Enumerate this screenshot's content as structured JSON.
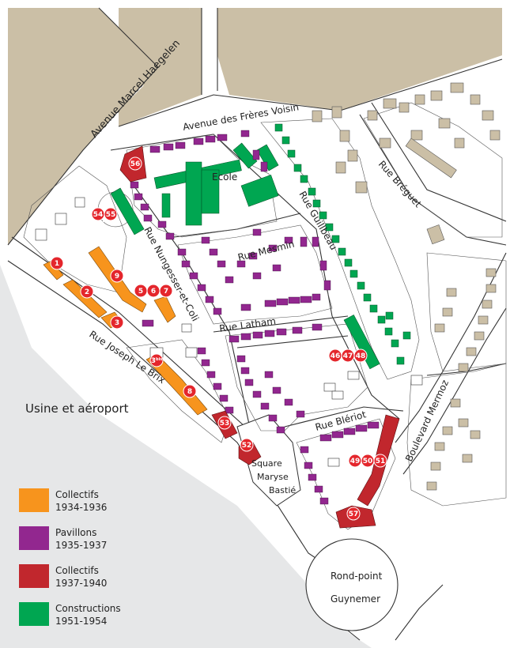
{
  "streets": {
    "haegelen": "Avenue Marcel Haegelen",
    "voisin": "Avenue des Frères Voisin",
    "breguet": "Rue Bréguet",
    "guillbeau": "Rue Guillbeau",
    "mesmin": "Rue Mesmin",
    "nungesser": "Rue Nungesser-et-Coli",
    "latham": "Rue Latham",
    "lebrix": "Rue Joseph Le Brix",
    "bleriot": "Rue Blériot",
    "mermoz": "Boulevard Mermoz"
  },
  "places": {
    "ecole": "Ecole",
    "usine": "Usine et aéroport",
    "square_line1": "Square",
    "square_line2": "Maryse",
    "square_line3": "Bastié",
    "rondpoint_line1": "Rond-point",
    "rondpoint_line2": "Guynemer"
  },
  "markers": [
    "1",
    "2",
    "3",
    "3bis",
    "5",
    "6",
    "7",
    "8",
    "9",
    "46",
    "47",
    "48",
    "49",
    "50",
    "51",
    "52",
    "53",
    "54",
    "55",
    "56",
    "57"
  ],
  "legend": [
    {
      "line1": "Collectifs",
      "line2": "1934-1936",
      "color": "#f7941d"
    },
    {
      "line1": "Pavillons",
      "line2": "1935-1937",
      "color": "#92278f"
    },
    {
      "line1": "Collectifs",
      "line2": "1937-1940",
      "color": "#c1272d"
    },
    {
      "line1": "Constructions",
      "line2": "1951-1954",
      "color": "#00a651"
    }
  ],
  "colors": {
    "orange": "#f7941d",
    "purple": "#92278f",
    "red": "#c1272d",
    "green": "#00a651",
    "marker": "#e4262c",
    "beige": "#cbbfa6",
    "grey": "#e6e7e8",
    "lot_outline": "#333333"
  }
}
